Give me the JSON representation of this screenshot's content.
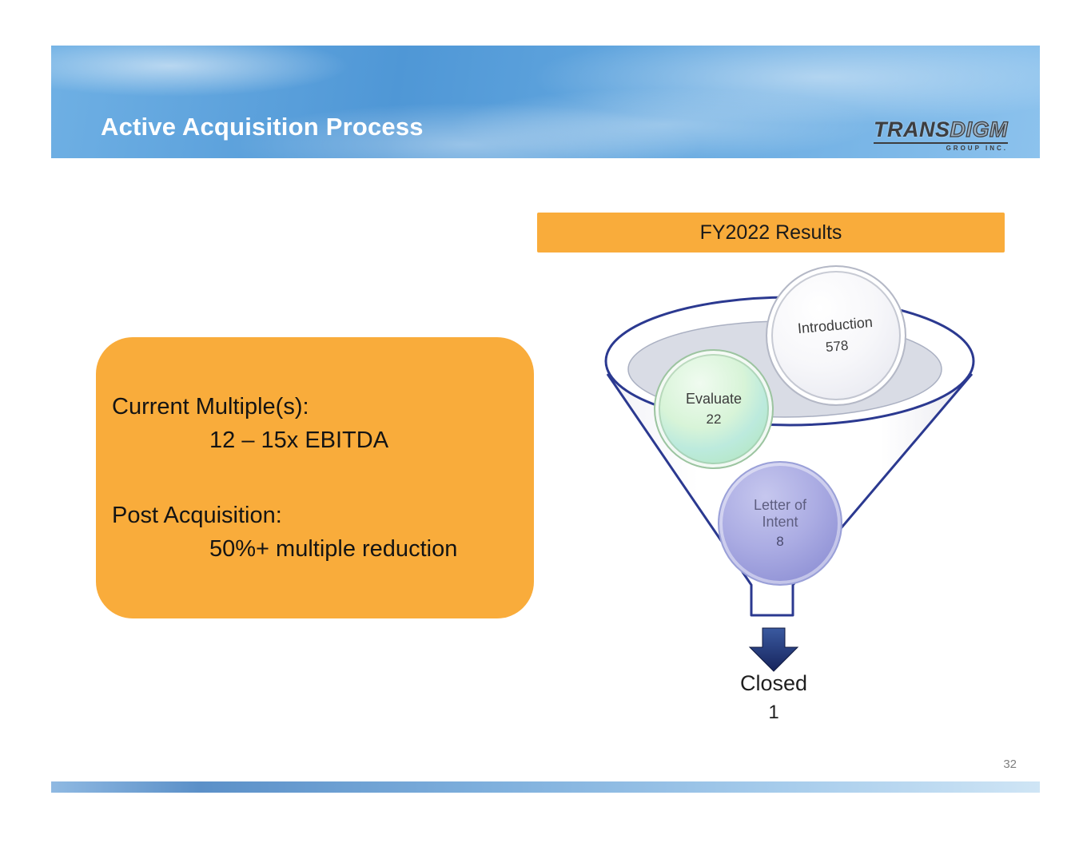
{
  "slide": {
    "title": "Active Acquisition Process",
    "page_number": "32"
  },
  "logo": {
    "part1": "TRANS",
    "part2": "DIGM",
    "tagline": "GROUP INC."
  },
  "banner": {
    "label": "FY2022 Results"
  },
  "callout": {
    "heading1": "Current Multiple(s):",
    "detail1": "12 – 15x EBITDA",
    "heading2": "Post Acquisition:",
    "detail2": "50%+ multiple reduction"
  },
  "funnel": {
    "stages": [
      {
        "label": "Introduction",
        "value": "578"
      },
      {
        "label": "Evaluate",
        "value": "22"
      },
      {
        "label": "Letter of Intent",
        "value": "8"
      },
      {
        "label": "Closed",
        "value": "1"
      }
    ]
  },
  "colors": {
    "accent_orange": "#F9AC3B",
    "funnel_outline": "#2B3990",
    "evaluate_green": "#BDEABE",
    "letter_of_intent_purple": "#9C9EDC",
    "arrow_navy": "#1F3C78",
    "header_blue": "#5A9FDB"
  }
}
